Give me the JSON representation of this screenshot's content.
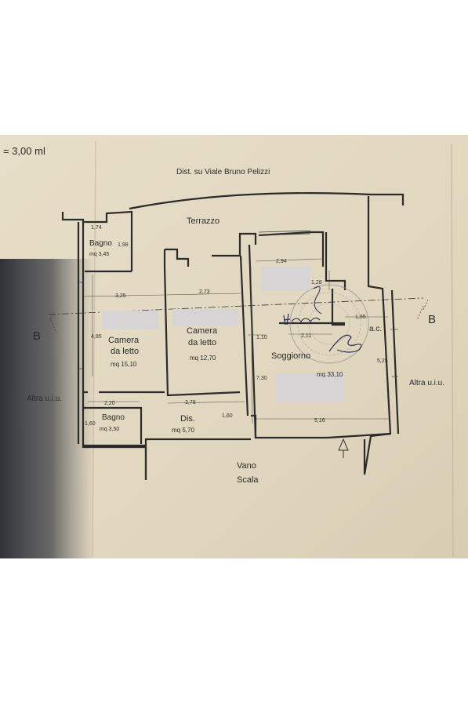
{
  "scale_text": "= 3,00 ml",
  "header": "Dist. su Viale Bruno Pelizzi",
  "section_marker": "B",
  "rooms": {
    "terrazzo": {
      "name": "Terrazzo"
    },
    "bagno_top": {
      "name": "Bagno",
      "area": "mq 3,45"
    },
    "camera_1": {
      "name_line1": "Camera",
      "name_line2": "da letto",
      "area": "mq 15,10"
    },
    "camera_2": {
      "name_line1": "Camera",
      "name_line2": "da letto",
      "area": "mq 12,70"
    },
    "soggiorno": {
      "name": "Soggiorno",
      "area": "mq 33,10"
    },
    "bagno_bottom": {
      "name": "Bagno",
      "area": "mq 3,50"
    },
    "dis": {
      "name": "Dis.",
      "area": "mq 5,70"
    },
    "ac": {
      "name": "a.c."
    },
    "vano": {
      "line1": "Vano",
      "line2": "Scala"
    },
    "altra_left": {
      "name": "Altra u.i.u."
    },
    "altra_right": {
      "name": "Altra u.i.u."
    }
  },
  "dimensions": {
    "d_1_74": "1,74",
    "d_1_98": "1,98",
    "d_2_94": "2,94",
    "d_1_28": "1,28",
    "d_3_25": "3,25",
    "d_2_73": "2,73",
    "d_1_95": "1,95",
    "d_4_85": "4,85",
    "d_1_10": "1,10",
    "d_2_11": "2,11",
    "d_5_25": "5,25",
    "d_7_30": "7,30",
    "d_2_20": "2,20",
    "d_3_78": "3,78",
    "d_1_60a": "1,60",
    "d_1_60b": "1,60",
    "d_5_16": "5,16"
  },
  "signature_text": "Hanu",
  "colors": {
    "paper": "#e3d9c2",
    "wall": "#2b2b2b",
    "redaction": "#d7d4d6",
    "shadow": "#2e3138",
    "stamp": "#8a8a96"
  }
}
